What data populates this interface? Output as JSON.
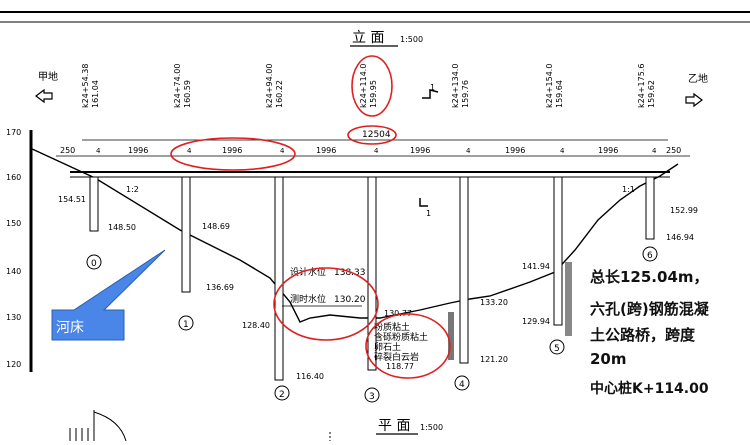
{
  "header": {
    "elevation_title": "立 面",
    "elevation_scale": "1:500",
    "plan_title": "平 面",
    "plan_scale": "1:500"
  },
  "ends": {
    "left": "甲地",
    "right": "乙地"
  },
  "stakes": [
    {
      "station": "k24+54.38",
      "elev": "161.04"
    },
    {
      "station": "k24+74.00",
      "elev": "160.59"
    },
    {
      "station": "k24+94.00",
      "elev": "160.22"
    },
    {
      "station": "k24+114.0",
      "elev": "159.95"
    },
    {
      "station": "k24+134.0",
      "elev": "159.76"
    },
    {
      "station": "k24+154.0",
      "elev": "159.64"
    },
    {
      "station": "k24+175.6",
      "elev": "159.62"
    }
  ],
  "dimensions": {
    "total": "12504",
    "spans": [
      "250",
      "4",
      "1996",
      "4",
      "1996",
      "4",
      "1996",
      "4",
      "1996",
      "4",
      "1996",
      "4",
      "1996",
      "4",
      "250"
    ]
  },
  "y_axis": [
    "170",
    "160",
    "150",
    "140",
    "130",
    "120"
  ],
  "section_mark": "1",
  "slopes": [
    "1:2",
    "1:1"
  ],
  "pier_labels": [
    "0",
    "1",
    "2",
    "3",
    "4",
    "5",
    "6"
  ],
  "levels": {
    "p0_top": "154.51",
    "p0_bottom": "148.50",
    "p1": "148.69",
    "p1_bottom": "136.69",
    "p2_ground": "128.40",
    "p2_bottom": "116.40",
    "p3_ground": "130.77",
    "p3_bottom": "118.77",
    "p4_ground": "133.20",
    "p4_bottom": "121.20",
    "p5_top": "141.94",
    "p5_ground": "129.94",
    "p6_top": "152.99",
    "p6_bottom": "146.94"
  },
  "water": {
    "design_label": "设计水位",
    "design_value": "138.33",
    "survey_label": "测时水位",
    "survey_value": "130.20"
  },
  "strata": [
    "粉质粘土",
    "含砾粉质粘土",
    "卵石土",
    "碎裂白云岩"
  ],
  "callout": {
    "label": "河床"
  },
  "notes": {
    "total_length": "总长125.04m，",
    "desc_line1": "六孔(跨)钢筋混凝",
    "desc_line2": "土公路桥，跨度",
    "desc_line3": "20m",
    "center_pile": "中心桩K+114.00"
  },
  "colors": {
    "annotation": "#e02020",
    "callout_fill": "#4a86e8",
    "callout_stroke": "#2a5fb0"
  }
}
